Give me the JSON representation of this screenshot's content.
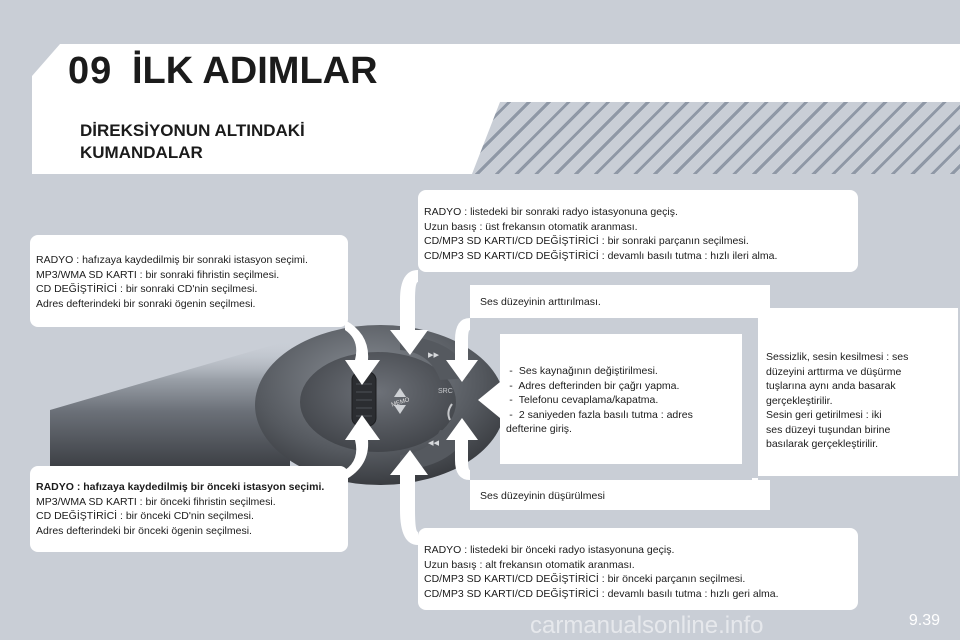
{
  "header": {
    "chapter_number": "09",
    "chapter_title": "İLK ADIMLAR"
  },
  "section": {
    "title_line1": "DİREKSİYONUN ALTINDAKİ",
    "title_line2": "KUMANDALAR"
  },
  "left_top": {
    "lines": [
      "RADYO : hafızaya kaydedilmiş bir sonraki istasyon seçimi.",
      "MP3/WMA SD KARTI : bir sonraki fihristin seçilmesi.",
      "CD DEĞİŞTİRİCİ : bir sonraki CD'nin seçilmesi.",
      "Adres defterindeki bir sonraki ögenin seçilmesi."
    ]
  },
  "left_bottom": {
    "lines": [
      "RADYO : hafızaya kaydedilmiş bir önceki istasyon seçimi.",
      "MP3/WMA SD KARTI : bir önceki fihristin seçilmesi.",
      "CD DEĞİŞTİRİCİ : bir önceki CD'nin seçilmesi.",
      "Adres defterindeki bir önceki ögenin seçilmesi."
    ]
  },
  "right_top": {
    "lines": [
      "RADYO : listedeki bir sonraki radyo istasyonuna geçiş.",
      "Uzun basış : üst frekansın otomatik aranması.",
      "CD/MP3 SD KARTI/CD DEĞİŞTİRİCİ : bir sonraki parçanın seçilmesi.",
      "CD/MP3 SD KARTI/CD DEĞİŞTİRİCİ : devamlı basılı tutma : hızlı ileri alma."
    ]
  },
  "right_bottom": {
    "lines": [
      "RADYO : listedeki bir önceki radyo istasyonuna geçiş.",
      "Uzun basış : alt frekansın otomatik aranması.",
      "CD/MP3 SD KARTI/CD DEĞİŞTİRİCİ : bir önceki parçanın seçilmesi.",
      "CD/MP3 SD KARTI/CD DEĞİŞTİRİCİ : devamlı basılı tutma : hızlı geri alma."
    ]
  },
  "volume": {
    "up": "Ses düzeyinin arttırılması.",
    "down": "Ses düzeyinin düşürülmesi"
  },
  "middle": {
    "items": [
      "Ses kaynağının değiştirilmesi.",
      "Adres defterinden bir çağrı yapma.",
      "Telefonu cevaplama/kapatma.",
      "2 saniyeden fazla basılı tutma : adres"
    ],
    "continuation": "defterine giriş."
  },
  "mute": {
    "lines": [
      "Sessizlik, sesin kesilmesi : ses",
      "düzeyini arttırma ve düşürme",
      "tuşlarına aynı anda basarak",
      "gerçekleştirilir.",
      "Sesin geri getirilmesi : iki",
      "ses düzeyi tuşundan birine",
      "basılarak gerçekleştirilir."
    ]
  },
  "control": {
    "memo_label": "MEMO",
    "src_label": "SRC",
    "icons": [
      "fast-forward-icon",
      "rewind-icon",
      "phone-icon",
      "arrow-up-icon",
      "arrow-down-icon"
    ]
  },
  "footer": {
    "page_number": "9.39",
    "watermark": "carmanualsonline.info"
  },
  "colors": {
    "page_bg": "#c9ced6",
    "stripe": "#8f98a6",
    "arrow": "#ffffff"
  }
}
